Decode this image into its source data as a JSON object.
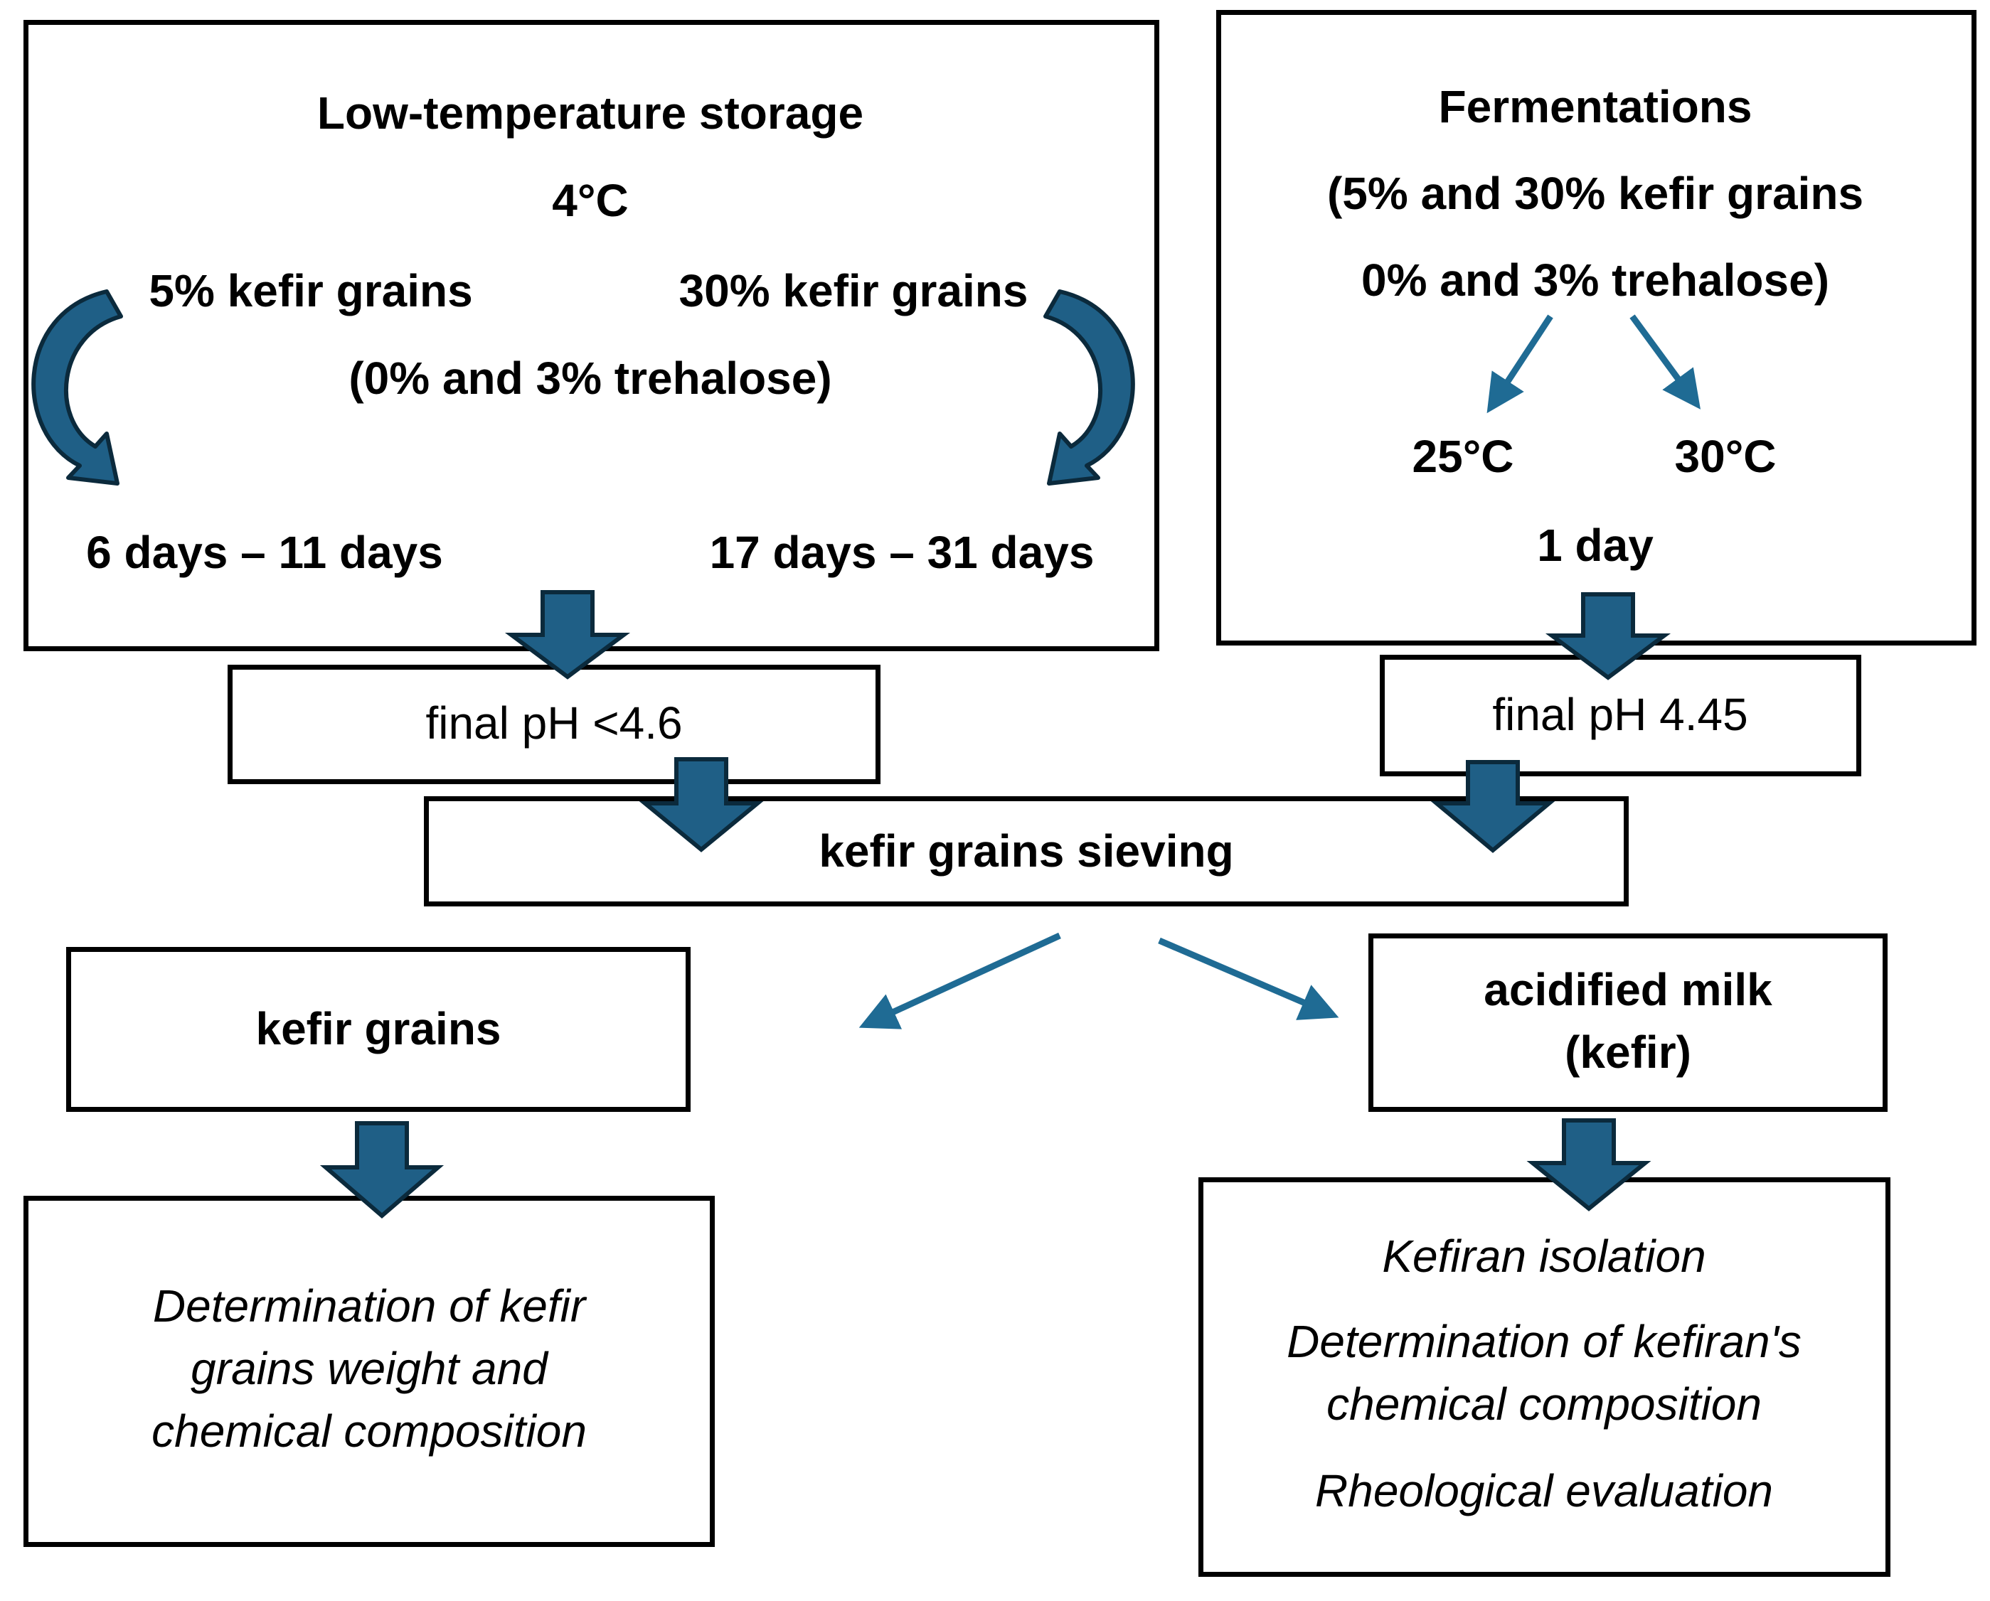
{
  "storage": {
    "title": "Low-temperature storage",
    "temperature": "4°C",
    "left_label": "5% kefir grains",
    "right_label": "30% kefir grains",
    "trehalose": "(0% and 3% trehalose)",
    "left_days": "6 days – 11 days",
    "right_days": "17 days – 31 days"
  },
  "fermentation": {
    "title": "Fermentations",
    "line1": "(5% and 30% kefir grains",
    "line2": "0% and 3% trehalose)",
    "temp_left": "25°C",
    "temp_right": "30°C",
    "duration": "1 day"
  },
  "ph_left": "final pH <4.6",
  "ph_right": "final pH 4.45",
  "sieving": "kefir grains sieving",
  "kefir_grains": "kefir grains",
  "acidified_milk": {
    "line1": "acidified milk",
    "line2": "(kefir)"
  },
  "grains_analysis": {
    "line1": "Determination of kefir",
    "line2": "grains weight and",
    "line3": "chemical composition"
  },
  "milk_analysis": {
    "line1": "Kefiran isolation",
    "line2": "Determination of kefiran's",
    "line3": "chemical composition",
    "line4": "Rheological evaluation"
  },
  "colors": {
    "arrow_fill": "#1f5f86",
    "arrow_stroke": "#0b2a3c",
    "line_arrow": "#1f6b94",
    "border": "#000000"
  }
}
